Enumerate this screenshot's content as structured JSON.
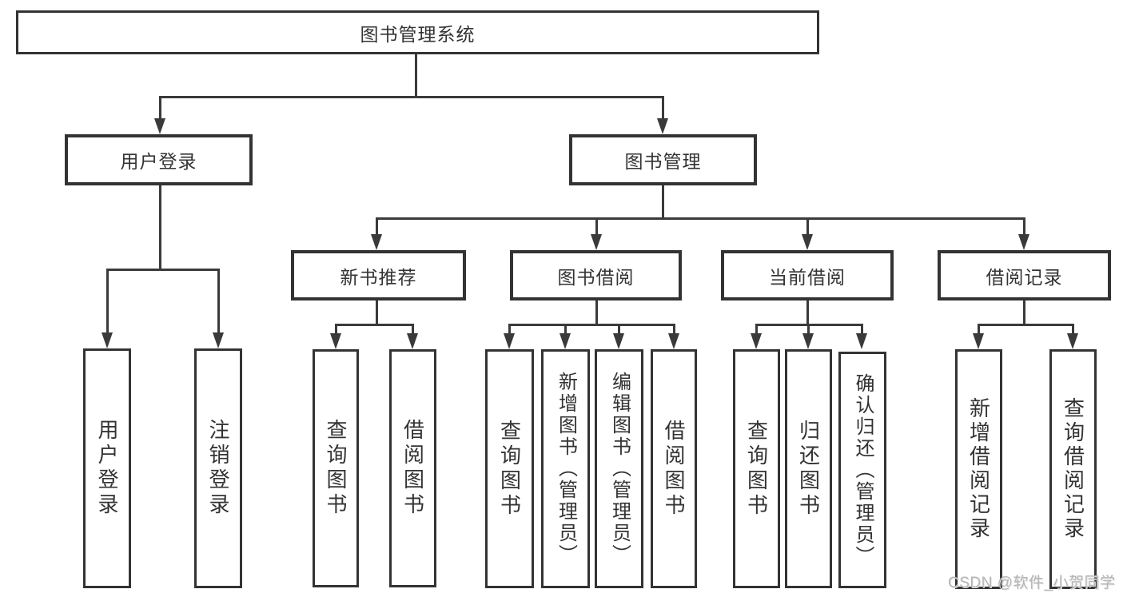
{
  "diagram": {
    "root": "图书管理系统",
    "level2": {
      "user_login": "用户登录",
      "book_management": "图书管理"
    },
    "level3": {
      "new_book": "新书推荐",
      "book_borrow": "图书借阅",
      "current_borrow": "当前借阅",
      "borrow_record": "借阅记录"
    },
    "leaves": {
      "user": [
        "用户登录",
        "注销登录"
      ],
      "new_book": [
        "查询图书",
        "借阅图书"
      ],
      "book_borrow": [
        "查询图书",
        "新增图书（管理员）",
        "编辑图书（管理员）",
        "借阅图书"
      ],
      "current_borrow": [
        "查询图书",
        "归还图书",
        "确认归还（管理员）"
      ],
      "borrow_record": [
        "新增借阅记录",
        "查询借阅记录"
      ]
    }
  },
  "watermark": {
    "text": "CSDN @软件_小贺同学",
    "color": "#b5b5b5"
  },
  "colors": {
    "line": "#3a3a3a",
    "box_border": "#333333",
    "text": "#333333",
    "background": "#ffffff"
  }
}
